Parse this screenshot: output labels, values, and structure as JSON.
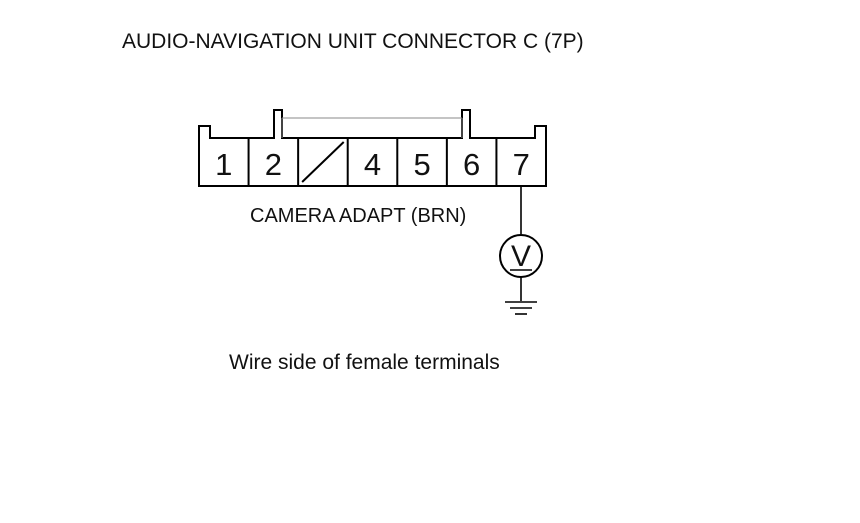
{
  "title": "AUDIO-NAVIGATION UNIT CONNECTOR C (7P)",
  "connector": {
    "pins": [
      {
        "label": "1",
        "empty": false
      },
      {
        "label": "2",
        "empty": false
      },
      {
        "label": "",
        "empty": true
      },
      {
        "label": "4",
        "empty": false
      },
      {
        "label": "5",
        "empty": false
      },
      {
        "label": "6",
        "empty": false
      },
      {
        "label": "7",
        "empty": false
      }
    ],
    "probe_pin": "7"
  },
  "wire_label": "CAMERA ADAPT (BRN)",
  "meter": {
    "symbol": "V",
    "icon": "voltmeter-icon"
  },
  "ground_icon": "ground-icon",
  "caption": "Wire side of female terminals",
  "colors": {
    "line": "#000000",
    "lock_bar": "#888888",
    "background": "#ffffff"
  }
}
